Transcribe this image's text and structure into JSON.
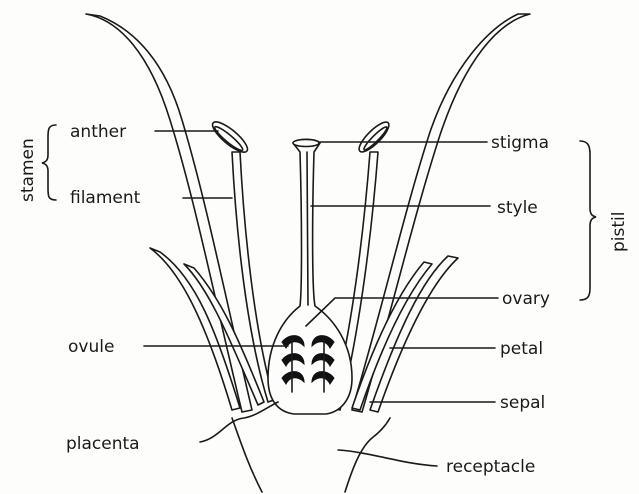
{
  "labels": {
    "stamen": "stamen",
    "anther": "anther",
    "filament": "filament",
    "ovule": "ovule",
    "placenta": "placenta",
    "stigma": "stigma",
    "style": "style",
    "pistil": "pistil",
    "ovary": "ovary",
    "petal": "petal",
    "sepal": "sepal",
    "receptacle": "receptacle"
  },
  "colors": {
    "ink": "#1a1a1a",
    "paper": "#fdfdfb"
  }
}
